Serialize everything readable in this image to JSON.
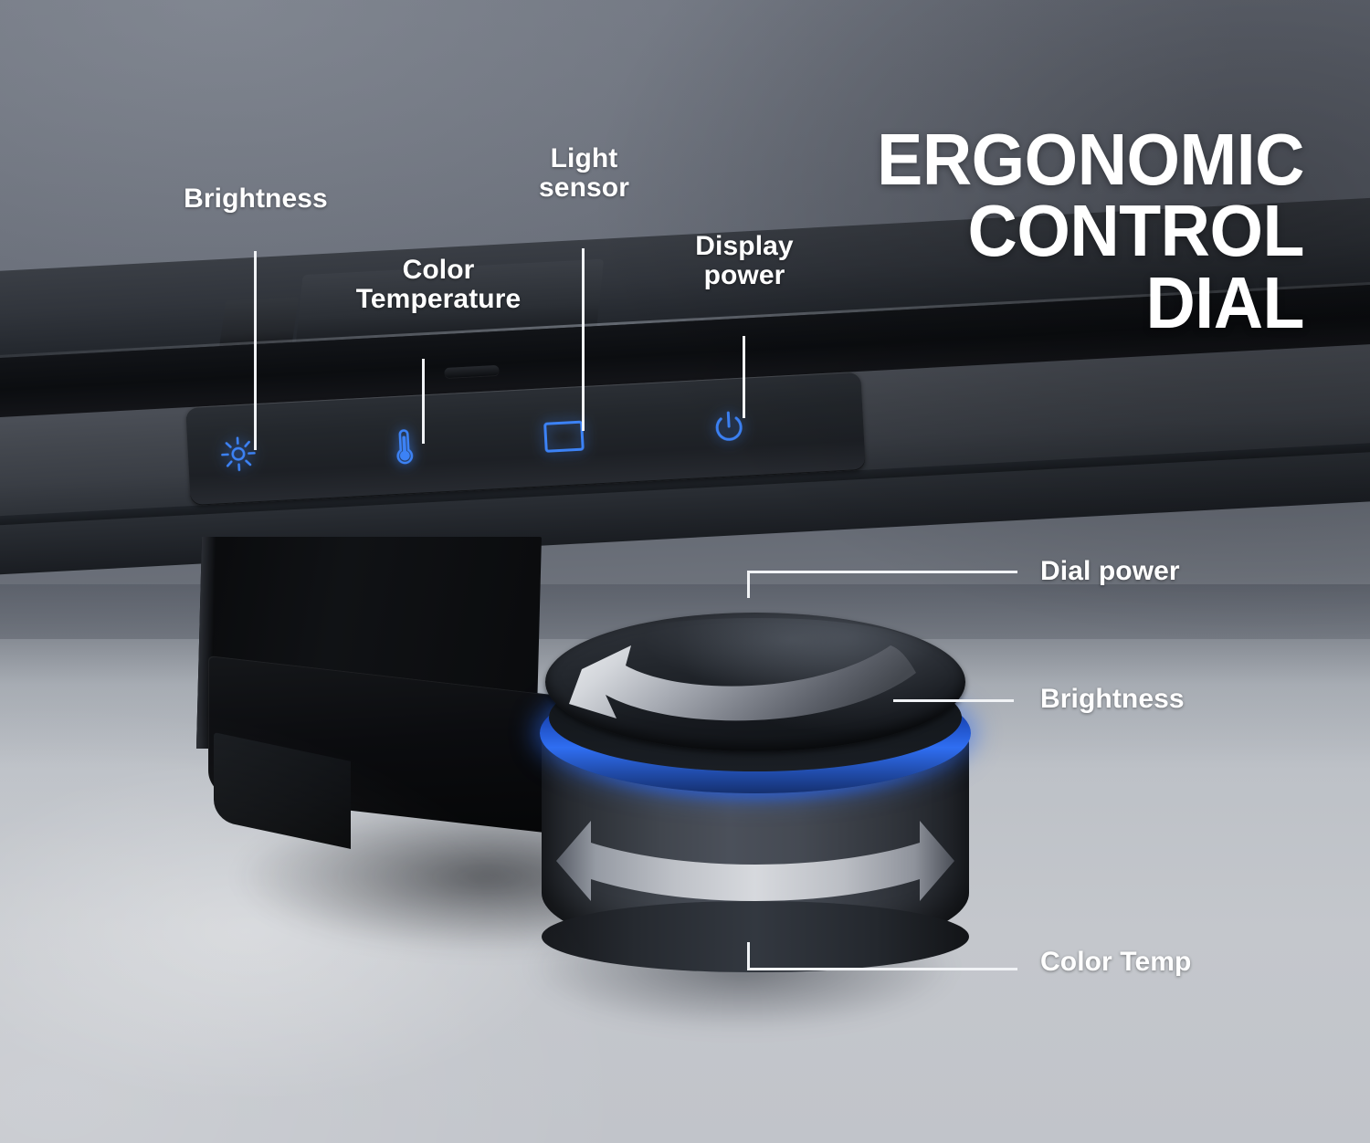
{
  "title": {
    "line1": "ERGONOMIC",
    "line2": "CONTROL",
    "line3": "DIAL"
  },
  "colors": {
    "accent_blue": "#3C82F6",
    "ring_blue": "#2F6EF2",
    "label_white": "#FFFFFF",
    "bg_wall_top": "#676C77",
    "bg_floor": "#C3C6CB",
    "monitor_dark": "#1D2025",
    "arrow_silver": "#D7DADF"
  },
  "monitor_controls": {
    "panel_name": "control-panel-strip",
    "buttons": [
      {
        "id": "brightness",
        "icon": "brightness-sun-icon",
        "label": "Brightness"
      },
      {
        "id": "color-temp",
        "icon": "thermometer-icon",
        "label": "Color Temperature"
      },
      {
        "id": "light-sensor",
        "icon": "display-rectangle-icon",
        "label": "Light sensor"
      },
      {
        "id": "display-power",
        "icon": "power-icon",
        "label": "Display power"
      }
    ]
  },
  "callouts_top": [
    {
      "id": "brightness",
      "text": "Brightness"
    },
    {
      "id": "color-temp",
      "text": "Color\nTemperature"
    },
    {
      "id": "light-sensor",
      "text": "Light\nsensor"
    },
    {
      "id": "display-power",
      "text": "Display\npower"
    }
  ],
  "callouts_right": [
    {
      "id": "dial-power",
      "text": "Dial power"
    },
    {
      "id": "brightness",
      "text": "Brightness"
    },
    {
      "id": "color-temp",
      "text": "Color Temp"
    }
  ],
  "dial": {
    "top_arrow": "rotate-counter-clockwise-arrow",
    "side_arrow": "rotate-bidirectional-arrow",
    "glow_ring": "blue-led-ring"
  }
}
